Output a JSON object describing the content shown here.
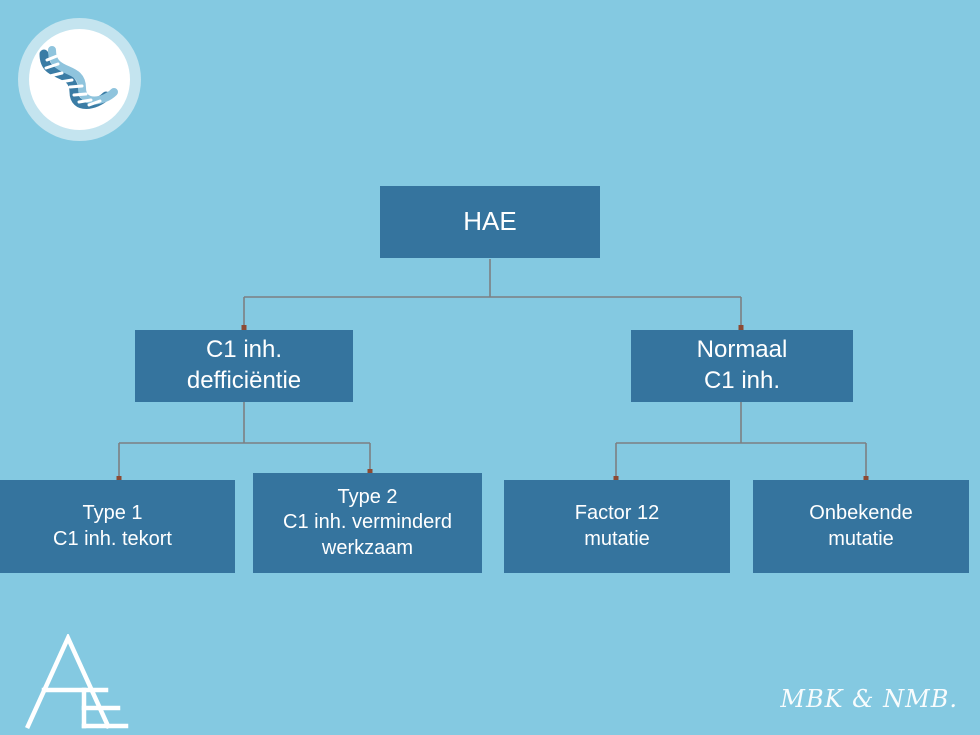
{
  "slide": {
    "background_color": "#84c9e1",
    "node_fill_color": "#35749e",
    "node_text_color": "#ffffff",
    "connector_color": "#7d7f82",
    "connector_arrow_color": "#8d4a33"
  },
  "logo": {
    "dna_icon_name": "dna-helix-icon",
    "ring_color": "#c4e4ef",
    "disc_color": "#ffffff",
    "helix_dark": "#3a7ca5",
    "helix_light": "#8fc4dd"
  },
  "monogram": {
    "icon_name": "ae-monogram-logo",
    "color": "#ffffff"
  },
  "signature": {
    "text": "MBK & NMB."
  },
  "chart_data": {
    "type": "diagram",
    "title": "HAE",
    "orientation": "top-down",
    "nodes": [
      {
        "id": "hae",
        "label": "HAE",
        "level": 0
      },
      {
        "id": "c1def",
        "label": "C1 inh.\ndefficiëntie",
        "level": 1
      },
      {
        "id": "normaal",
        "label": "Normaal\nC1 inh.",
        "level": 1
      },
      {
        "id": "type1",
        "label": "Type 1\nC1 inh. tekort",
        "level": 2
      },
      {
        "id": "type2",
        "label": "Type 2\nC1 inh. verminderd\nwerkzaam",
        "level": 2
      },
      {
        "id": "factor12",
        "label": "Factor 12\nmutatie",
        "level": 2
      },
      {
        "id": "onbekende",
        "label": "Onbekende\nmutatie",
        "level": 2
      }
    ],
    "edges": [
      {
        "from": "hae",
        "to": "c1def"
      },
      {
        "from": "hae",
        "to": "normaal"
      },
      {
        "from": "c1def",
        "to": "type1"
      },
      {
        "from": "c1def",
        "to": "type2"
      },
      {
        "from": "normaal",
        "to": "factor12"
      },
      {
        "from": "normaal",
        "to": "onbekende"
      }
    ]
  }
}
